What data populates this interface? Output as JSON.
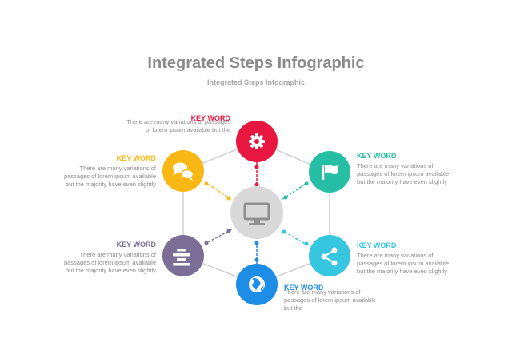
{
  "title": "Integrated Steps Infographic",
  "subtitle": "Integrated Steps Infographic",
  "center": {
    "icon": "monitor-icon",
    "color": "#d9d9d9"
  },
  "nodes": [
    {
      "id": "top",
      "keyword": "KEY WORD",
      "desc": "There are many variations of passages of lorem ipsum available but the",
      "color": "#e8173f",
      "icon": "gear-icon"
    },
    {
      "id": "upper-right",
      "keyword": "KEY WORD",
      "desc": "There are many variations of passages of lorem ipsum available but the majority have even slightly",
      "color": "#26bfa6",
      "icon": "flag-icon"
    },
    {
      "id": "lower-right",
      "keyword": "KEY WORD",
      "desc": "There are many variations of passages of lorem ipsum available but the majority have even slightly",
      "color": "#37c6e0",
      "icon": "share-icon"
    },
    {
      "id": "bottom",
      "keyword": "KEY WORD",
      "desc": "There are many variations of passages of lorem ipsum available but the",
      "color": "#1e8de6",
      "icon": "globe-icon"
    },
    {
      "id": "lower-left",
      "keyword": "KEY WORD",
      "desc": "There are many variations of passages of lorem ipsum available but the majority have even slightly",
      "color": "#7b6e97",
      "icon": "list-icon"
    },
    {
      "id": "upper-left",
      "keyword": "KEY WORD",
      "desc": "There are many variations of passages of lorem ipsum available but the majority have even slightly",
      "color": "#f9b814",
      "icon": "chat-icon"
    }
  ]
}
